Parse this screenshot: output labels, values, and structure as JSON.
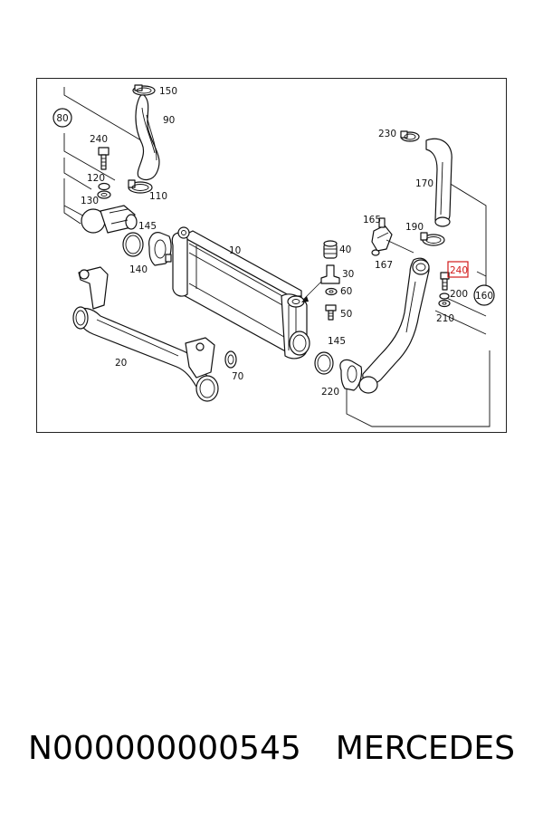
{
  "diagram": {
    "callouts": [
      {
        "id": "80",
        "text": "80",
        "circled": true
      },
      {
        "id": "150",
        "text": "150"
      },
      {
        "id": "90",
        "text": "90"
      },
      {
        "id": "240a",
        "text": "240"
      },
      {
        "id": "120",
        "text": "120"
      },
      {
        "id": "130",
        "text": "130"
      },
      {
        "id": "110",
        "text": "110"
      },
      {
        "id": "145a",
        "text": "145"
      },
      {
        "id": "140",
        "text": "140"
      },
      {
        "id": "10",
        "text": "10"
      },
      {
        "id": "40",
        "text": "40"
      },
      {
        "id": "30",
        "text": "30"
      },
      {
        "id": "60",
        "text": "60"
      },
      {
        "id": "50",
        "text": "50"
      },
      {
        "id": "20",
        "text": "20"
      },
      {
        "id": "70",
        "text": "70"
      },
      {
        "id": "145b",
        "text": "145"
      },
      {
        "id": "220",
        "text": "220"
      },
      {
        "id": "230",
        "text": "230"
      },
      {
        "id": "170",
        "text": "170"
      },
      {
        "id": "165",
        "text": "165"
      },
      {
        "id": "190",
        "text": "190"
      },
      {
        "id": "167",
        "text": "167"
      },
      {
        "id": "240b",
        "text": "240",
        "highlighted": true
      },
      {
        "id": "200",
        "text": "200"
      },
      {
        "id": "210",
        "text": "210"
      },
      {
        "id": "160",
        "text": "160",
        "circled": true
      }
    ],
    "highlight_color": "#d11a1a"
  },
  "footer": {
    "part_number": "N000000000545",
    "brand": "MERCEDES"
  }
}
